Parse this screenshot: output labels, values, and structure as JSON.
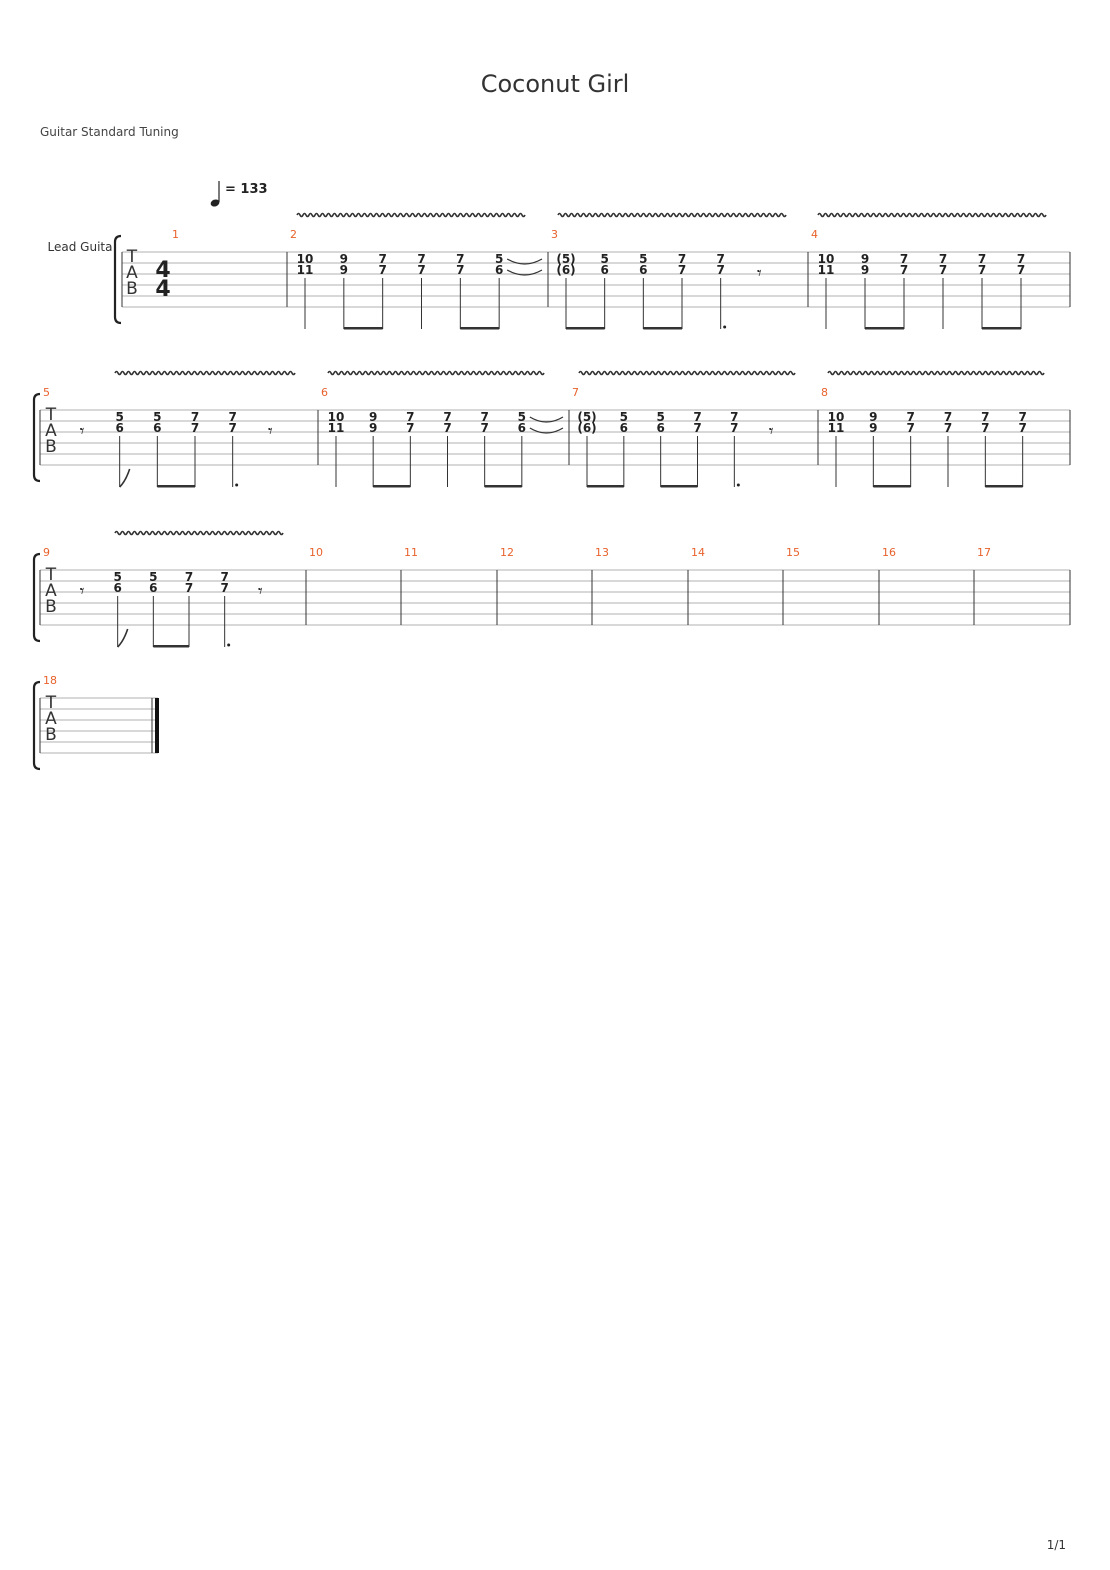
{
  "title": "Coconut Girl",
  "tuning": "Guitar Standard Tuning",
  "track_name": "Lead Guita",
  "tempo": "= 133",
  "time_signature": {
    "top": "4",
    "bottom": "4"
  },
  "clef": [
    "T",
    "A",
    "B"
  ],
  "page": "1/1",
  "colors": {
    "measure_number": "#e8622c",
    "staff_line": "#999999",
    "text": "#222222"
  },
  "systems": [
    {
      "measures": [
        {
          "n": "1",
          "events": [],
          "time_sig": true
        },
        {
          "n": "2",
          "vibrato": true,
          "events": [
            {
              "frets": [
                "10",
                "11"
              ],
              "dur": "q"
            },
            {
              "frets": [
                "9",
                "9"
              ],
              "dur": "e",
              "beam": "start"
            },
            {
              "frets": [
                "7",
                "7"
              ],
              "dur": "e",
              "beam": "end"
            },
            {
              "frets": [
                "7",
                "7"
              ],
              "dur": "q"
            },
            {
              "frets": [
                "7",
                "7"
              ],
              "dur": "e",
              "beam": "start"
            },
            {
              "frets": [
                "5",
                "6"
              ],
              "dur": "e",
              "beam": "end",
              "tie": true
            }
          ]
        },
        {
          "n": "3",
          "vibrato": true,
          "events": [
            {
              "frets": [
                "(5)",
                "(6)"
              ],
              "dur": "e",
              "beam": "start"
            },
            {
              "frets": [
                "5",
                "6"
              ],
              "dur": "e",
              "beam": "end"
            },
            {
              "frets": [
                "5",
                "6"
              ],
              "dur": "e",
              "beam": "start"
            },
            {
              "frets": [
                "7",
                "7"
              ],
              "dur": "e",
              "beam": "end"
            },
            {
              "frets": [
                "7",
                "7"
              ],
              "dur": "qd"
            },
            {
              "rest": "e"
            }
          ]
        },
        {
          "n": "4",
          "vibrato": true,
          "events": [
            {
              "frets": [
                "10",
                "11"
              ],
              "dur": "q"
            },
            {
              "frets": [
                "9",
                "9"
              ],
              "dur": "e",
              "beam": "start"
            },
            {
              "frets": [
                "7",
                "7"
              ],
              "dur": "e",
              "beam": "end"
            },
            {
              "frets": [
                "7",
                "7"
              ],
              "dur": "q"
            },
            {
              "frets": [
                "7",
                "7"
              ],
              "dur": "e",
              "beam": "start"
            },
            {
              "frets": [
                "7",
                "7"
              ],
              "dur": "e",
              "beam": "end"
            }
          ]
        }
      ]
    },
    {
      "measures": [
        {
          "n": "5",
          "vibrato": true,
          "events": [
            {
              "rest": "e"
            },
            {
              "frets": [
                "5",
                "6"
              ],
              "dur": "e8"
            },
            {
              "frets": [
                "5",
                "6"
              ],
              "dur": "e",
              "beam": "start"
            },
            {
              "frets": [
                "7",
                "7"
              ],
              "dur": "e",
              "beam": "end"
            },
            {
              "frets": [
                "7",
                "7"
              ],
              "dur": "qd"
            },
            {
              "rest": "e"
            }
          ]
        },
        {
          "n": "6",
          "vibrato": true,
          "events": [
            {
              "frets": [
                "10",
                "11"
              ],
              "dur": "q"
            },
            {
              "frets": [
                "9",
                "9"
              ],
              "dur": "e",
              "beam": "start"
            },
            {
              "frets": [
                "7",
                "7"
              ],
              "dur": "e",
              "beam": "end"
            },
            {
              "frets": [
                "7",
                "7"
              ],
              "dur": "q"
            },
            {
              "frets": [
                "7",
                "7"
              ],
              "dur": "e",
              "beam": "start"
            },
            {
              "frets": [
                "5",
                "6"
              ],
              "dur": "e",
              "beam": "end",
              "tie": true
            }
          ]
        },
        {
          "n": "7",
          "vibrato": true,
          "events": [
            {
              "frets": [
                "(5)",
                "(6)"
              ],
              "dur": "e",
              "beam": "start"
            },
            {
              "frets": [
                "5",
                "6"
              ],
              "dur": "e",
              "beam": "end"
            },
            {
              "frets": [
                "5",
                "6"
              ],
              "dur": "e",
              "beam": "start"
            },
            {
              "frets": [
                "7",
                "7"
              ],
              "dur": "e",
              "beam": "end"
            },
            {
              "frets": [
                "7",
                "7"
              ],
              "dur": "qd"
            },
            {
              "rest": "e"
            }
          ]
        },
        {
          "n": "8",
          "vibrato": true,
          "events": [
            {
              "frets": [
                "10",
                "11"
              ],
              "dur": "q"
            },
            {
              "frets": [
                "9",
                "9"
              ],
              "dur": "e",
              "beam": "start"
            },
            {
              "frets": [
                "7",
                "7"
              ],
              "dur": "e",
              "beam": "end"
            },
            {
              "frets": [
                "7",
                "7"
              ],
              "dur": "q"
            },
            {
              "frets": [
                "7",
                "7"
              ],
              "dur": "e",
              "beam": "start"
            },
            {
              "frets": [
                "7",
                "7"
              ],
              "dur": "e",
              "beam": "end"
            }
          ]
        }
      ]
    },
    {
      "measures": [
        {
          "n": "9",
          "vibrato": true,
          "events": [
            {
              "rest": "e"
            },
            {
              "frets": [
                "5",
                "6"
              ],
              "dur": "e8"
            },
            {
              "frets": [
                "5",
                "6"
              ],
              "dur": "e",
              "beam": "start"
            },
            {
              "frets": [
                "7",
                "7"
              ],
              "dur": "e",
              "beam": "end"
            },
            {
              "frets": [
                "7",
                "7"
              ],
              "dur": "qd"
            },
            {
              "rest": "e"
            }
          ]
        },
        {
          "n": "10",
          "events": []
        },
        {
          "n": "11",
          "events": []
        },
        {
          "n": "12",
          "events": []
        },
        {
          "n": "13",
          "events": []
        },
        {
          "n": "14",
          "events": []
        },
        {
          "n": "15",
          "events": []
        },
        {
          "n": "16",
          "events": []
        },
        {
          "n": "17",
          "events": []
        }
      ]
    },
    {
      "measures": [
        {
          "n": "18",
          "events": [],
          "final": true
        }
      ]
    }
  ]
}
